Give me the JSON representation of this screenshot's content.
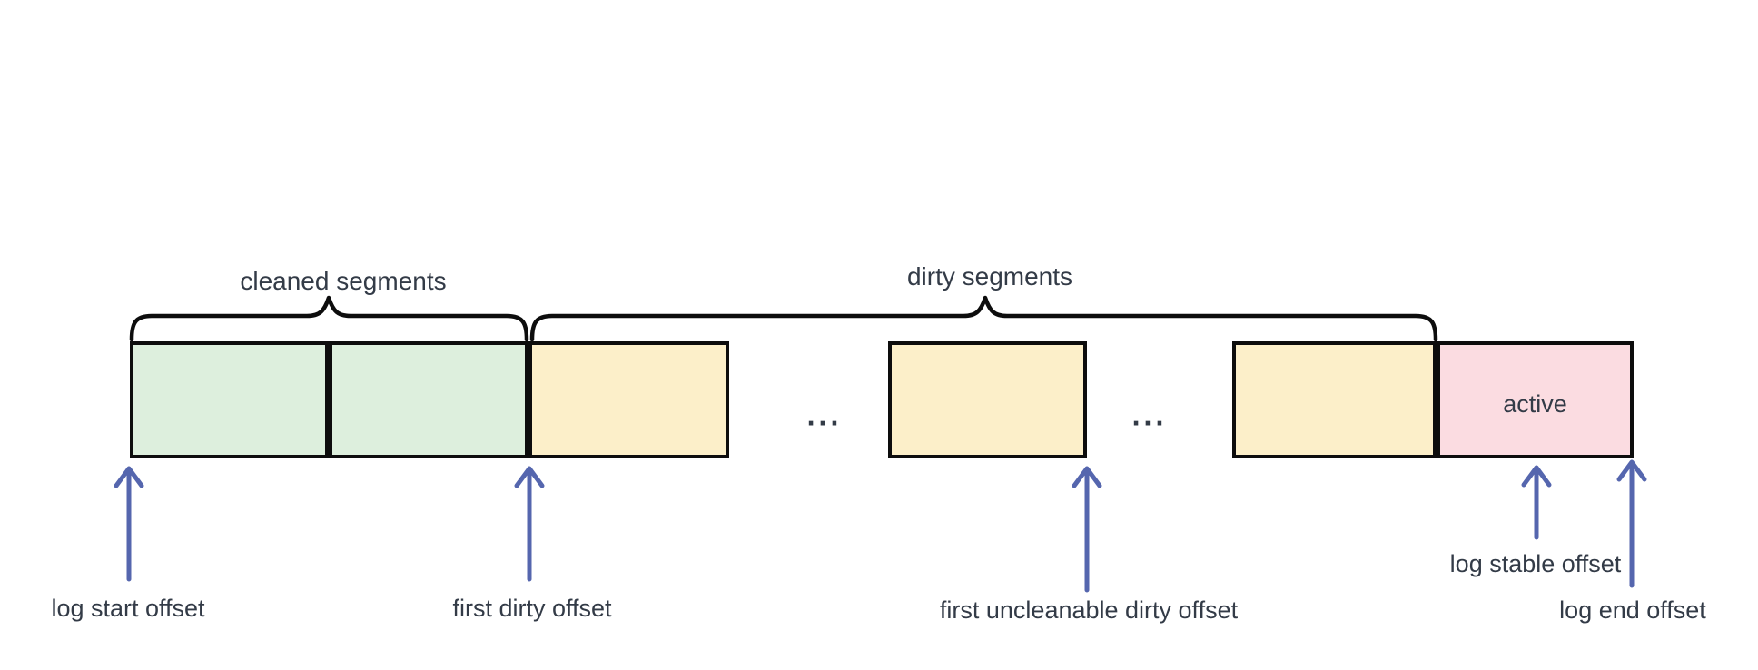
{
  "diagram": {
    "braces": [
      {
        "label": "cleaned segments"
      },
      {
        "label": "dirty segments"
      }
    ],
    "segments": [
      {
        "name": "cleaned-segment-1",
        "type": "cleaned",
        "fill": "#ddefdd",
        "label": ""
      },
      {
        "name": "cleaned-segment-2",
        "type": "cleaned",
        "fill": "#ddefdd",
        "label": ""
      },
      {
        "name": "dirty-segment-1",
        "type": "dirty",
        "fill": "#fcefc9",
        "label": ""
      },
      {
        "name": "dirty-segment-2",
        "type": "dirty",
        "fill": "#fcefc9",
        "label": ""
      },
      {
        "name": "dirty-segment-3",
        "type": "dirty",
        "fill": "#fcefc9",
        "label": ""
      },
      {
        "name": "active-segment",
        "type": "active",
        "fill": "#fbdce1",
        "label": "active"
      }
    ],
    "ellipsis": "...",
    "offset_markers": [
      {
        "label": "log start offset"
      },
      {
        "label": "first dirty offset"
      },
      {
        "label": "first uncleanable dirty offset"
      },
      {
        "label": "log stable offset"
      },
      {
        "label": "log end offset"
      }
    ],
    "colors": {
      "segment_border": "#0d0d0d",
      "brace": "#0d0d0d",
      "arrow": "#5566ae",
      "text": "#333b47",
      "cleaned_fill": "#ddefdd",
      "dirty_fill": "#fcefc9",
      "active_fill": "#fbdce1"
    }
  }
}
